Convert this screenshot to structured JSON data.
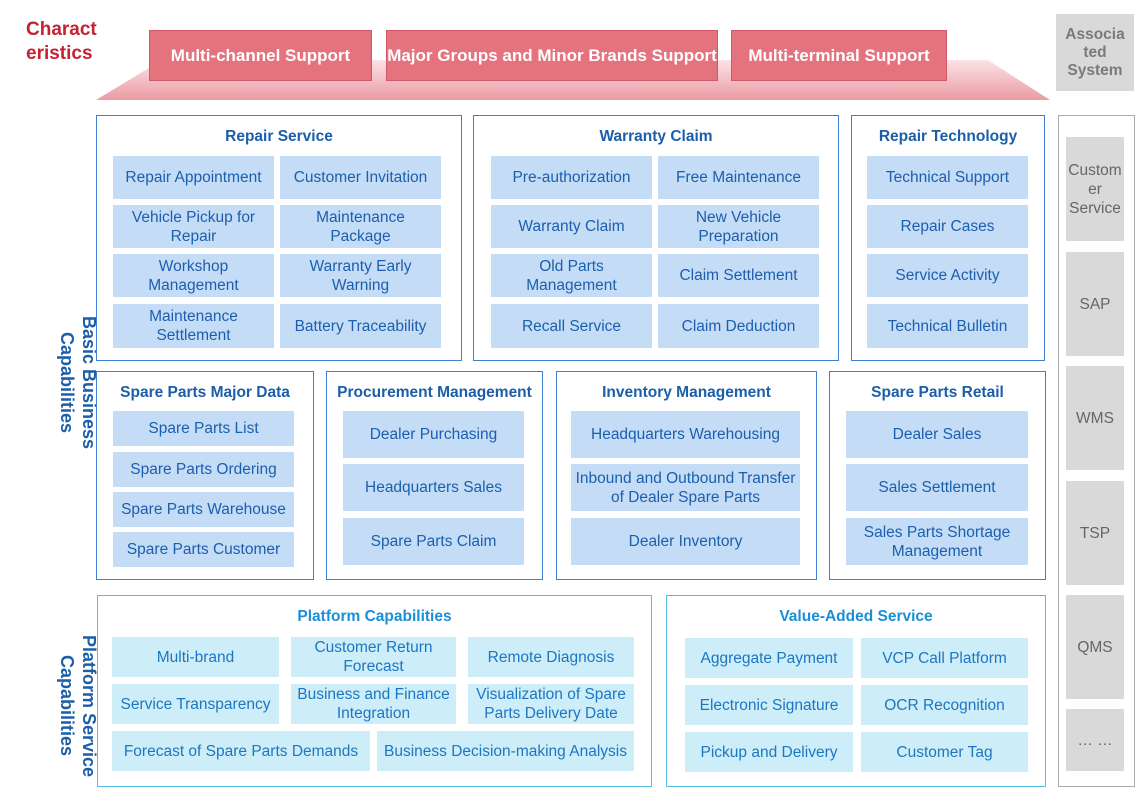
{
  "characteristics": {
    "label": "Charact eristics",
    "items": [
      "Multi-channel Support",
      "Major Groups and Minor Brands Support",
      "Multi-terminal Support"
    ]
  },
  "associated_system": {
    "title": "Associa ted System",
    "items": [
      "Custom er Service",
      "SAP",
      "WMS",
      "TSP",
      "QMS",
      "… …"
    ]
  },
  "side_labels": {
    "basic": "Basic Business Capabilities",
    "platform": "Platform Service Capabilities"
  },
  "repair_service": {
    "title": "Repair Service",
    "items": [
      "Repair Appointment",
      "Customer Invitation",
      "Vehicle Pickup for Repair",
      "Maintenance Package",
      "Workshop Management",
      "Warranty Early Warning",
      "Maintenance Settlement",
      "Battery Traceability"
    ]
  },
  "warranty_claim": {
    "title": "Warranty Claim",
    "items": [
      "Pre-authorization",
      "Free Maintenance",
      "Warranty Claim",
      "New Vehicle Preparation",
      "Old Parts Management",
      "Claim Settlement",
      "Recall Service",
      "Claim Deduction"
    ]
  },
  "repair_technology": {
    "title": "Repair Technology",
    "items": [
      "Technical Support",
      "Repair Cases",
      "Service Activity",
      "Technical Bulletin"
    ]
  },
  "spare_parts_major_data": {
    "title": "Spare Parts Major Data",
    "items": [
      "Spare Parts List",
      "Spare Parts Ordering",
      "Spare Parts Warehouse",
      "Spare Parts Customer"
    ]
  },
  "procurement_management": {
    "title": "Procurement Management",
    "items": [
      "Dealer Purchasing",
      "Headquarters Sales",
      "Spare Parts Claim"
    ]
  },
  "inventory_management": {
    "title": "Inventory Management",
    "items": [
      "Headquarters Warehousing",
      "Inbound and Outbound Transfer of Dealer Spare Parts",
      "Dealer Inventory"
    ]
  },
  "spare_parts_retail": {
    "title": "Spare Parts Retail",
    "items": [
      "Dealer Sales",
      "Sales Settlement",
      "Sales Parts Shortage Management"
    ]
  },
  "platform_capabilities": {
    "title": "Platform Capabilities",
    "items": [
      "Multi-brand",
      "Customer Return Forecast",
      "Remote Diagnosis",
      "Service Transparency",
      "Business and Finance Integration",
      "Visualization of  Spare Parts Delivery Date",
      "Forecast of Spare Parts Demands",
      "Business Decision-making Analysis"
    ]
  },
  "value_added_service": {
    "title": "Value-Added Service",
    "items": [
      "Aggregate Payment",
      "VCP Call Platform",
      "Electronic Signature",
      "OCR Recognition",
      "Pickup and Delivery",
      "Customer Tag"
    ]
  },
  "colors": {
    "feature_fill": "#e5737e",
    "basic_cell": "#c5dcf7",
    "platform_cell": "#cdeef8",
    "panel_border": "#3f7fd0",
    "associated_fill": "#d9d9d9"
  }
}
